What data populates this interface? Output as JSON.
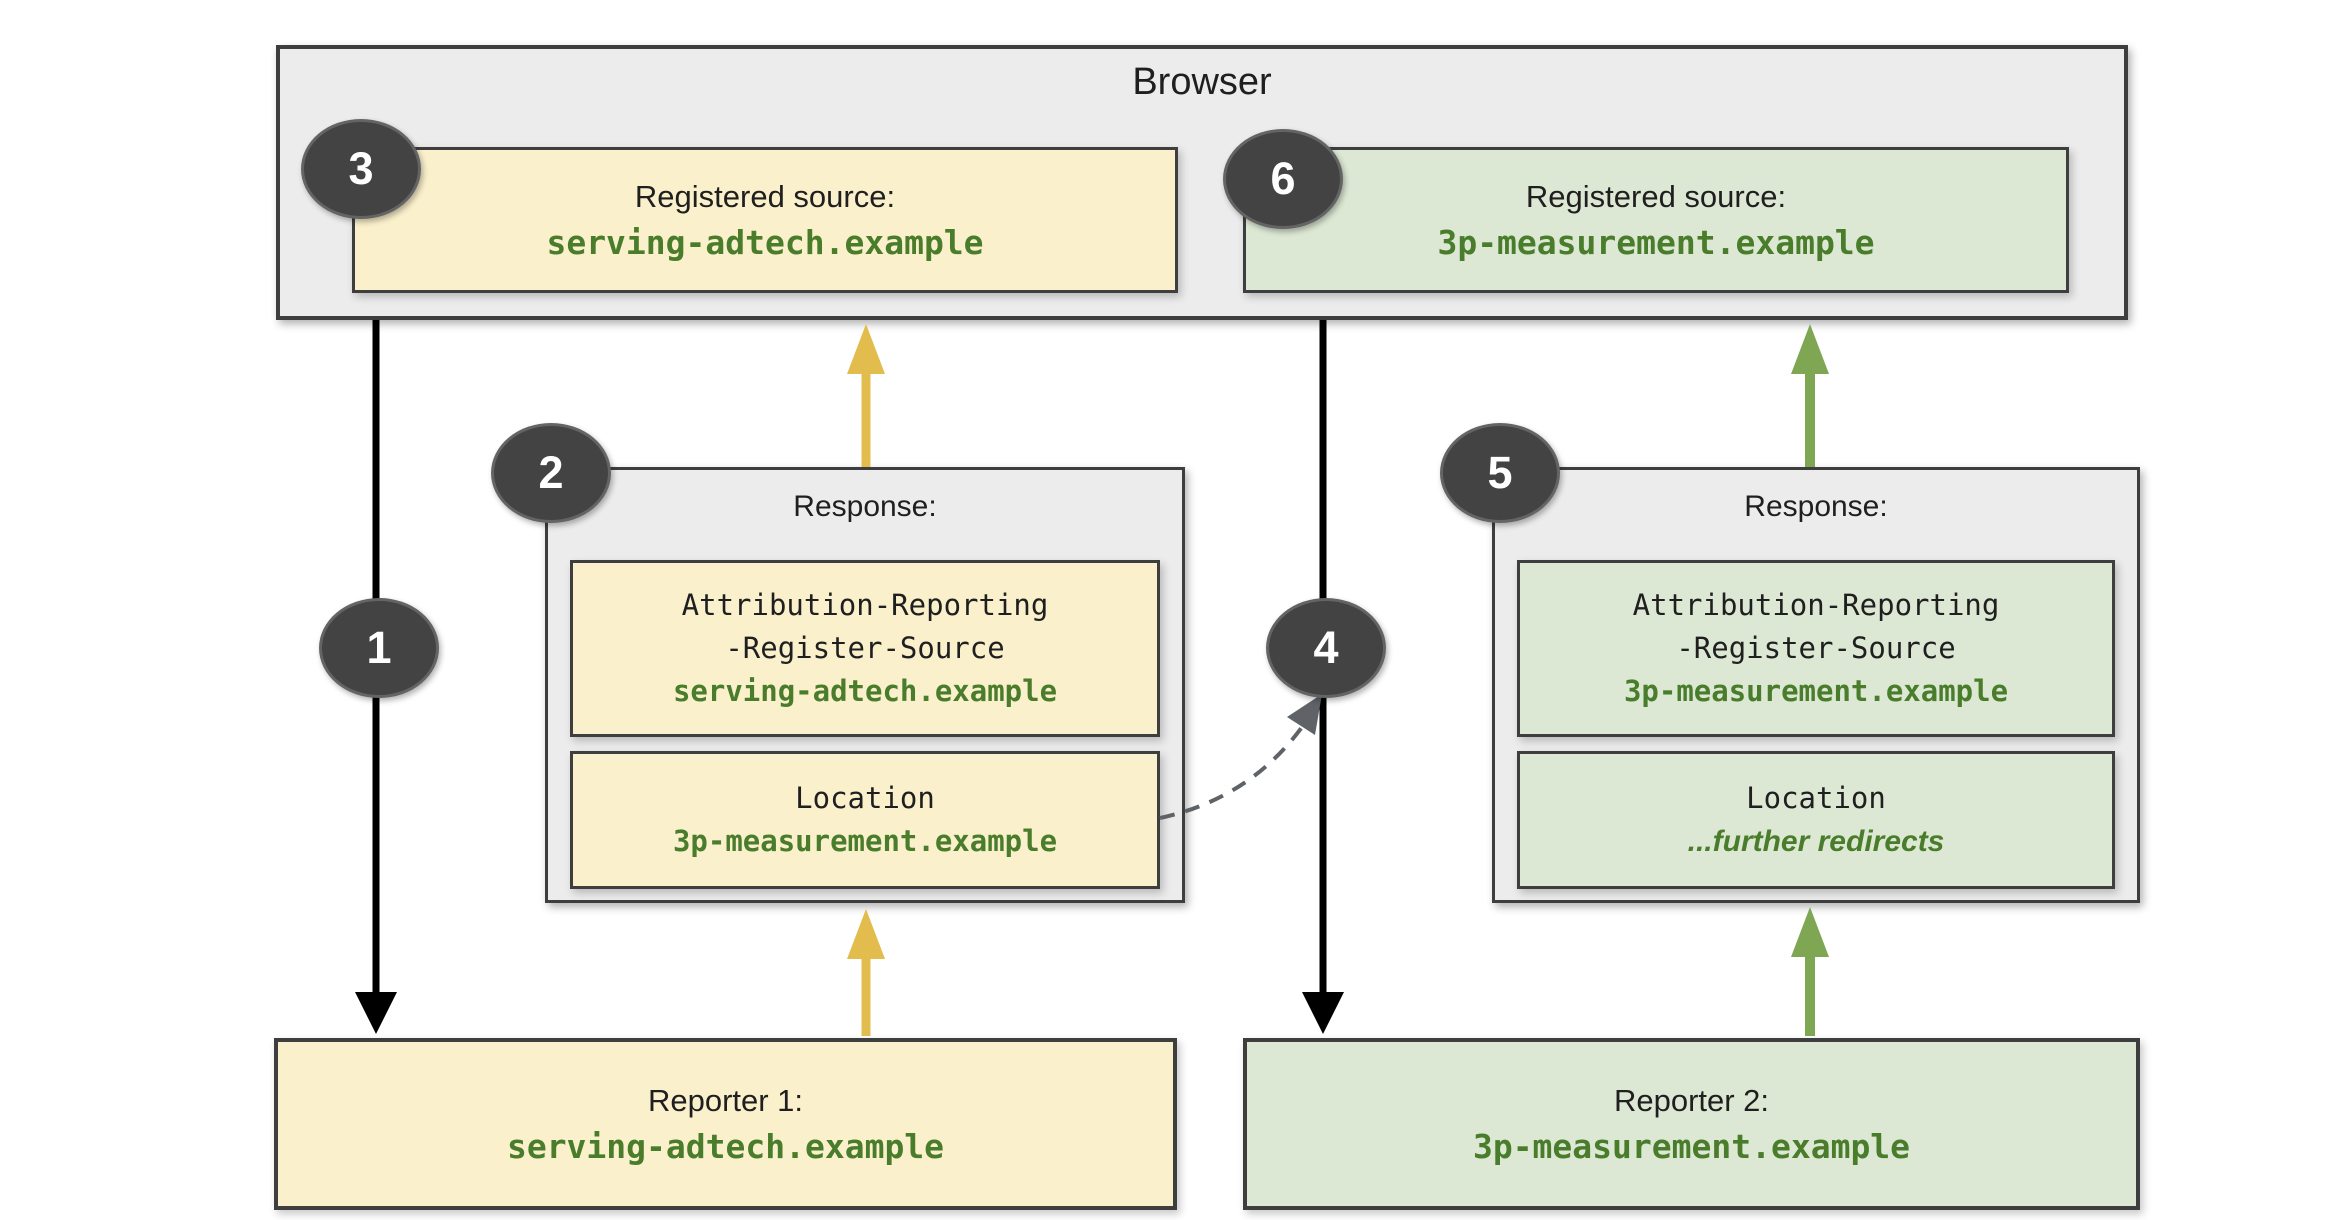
{
  "colors": {
    "canvas_bg": "#FFFFFF",
    "panel_gray": "#ECECEC",
    "yellow_fill": "#FAF0CC",
    "green_fill": "#DDE8D4",
    "border_dark": "#3E3E3E",
    "text_dark": "#1F1F1F",
    "domain_green": "#4A7D2B",
    "badge_fill": "#434343",
    "badge_text": "#FFFFFF",
    "arrow_black": "#000000",
    "arrow_yellow": "#E2BC4D",
    "arrow_green": "#7FA653",
    "arrow_dash_gray": "#5F6368"
  },
  "steps": {
    "request_1": "1",
    "response_1": "2",
    "registered_1": "3",
    "request_2": "4",
    "response_2": "5",
    "registered_2": "6"
  },
  "browser": {
    "title": "Browser",
    "sources": [
      {
        "label": "Registered source:",
        "domain": "serving-adtech.example"
      },
      {
        "label": "Registered source:",
        "domain": "3p-measurement.example"
      }
    ]
  },
  "responses": [
    {
      "title": "Response:",
      "headers": [
        {
          "lines": [
            "Attribution-Reporting",
            "-Register-Source"
          ],
          "value": "serving-adtech.example"
        },
        {
          "lines": [
            "Location"
          ],
          "value": "3p-measurement.example"
        }
      ]
    },
    {
      "title": "Response:",
      "headers": [
        {
          "lines": [
            "Attribution-Reporting",
            "-Register-Source"
          ],
          "value": "3p-measurement.example"
        },
        {
          "lines": [
            "Location"
          ],
          "value": "...further redirects"
        }
      ]
    }
  ],
  "reporters": [
    {
      "label": "Reporter 1:",
      "domain": "serving-adtech.example"
    },
    {
      "label": "Reporter 2:",
      "domain": "3p-measurement.example"
    }
  ]
}
